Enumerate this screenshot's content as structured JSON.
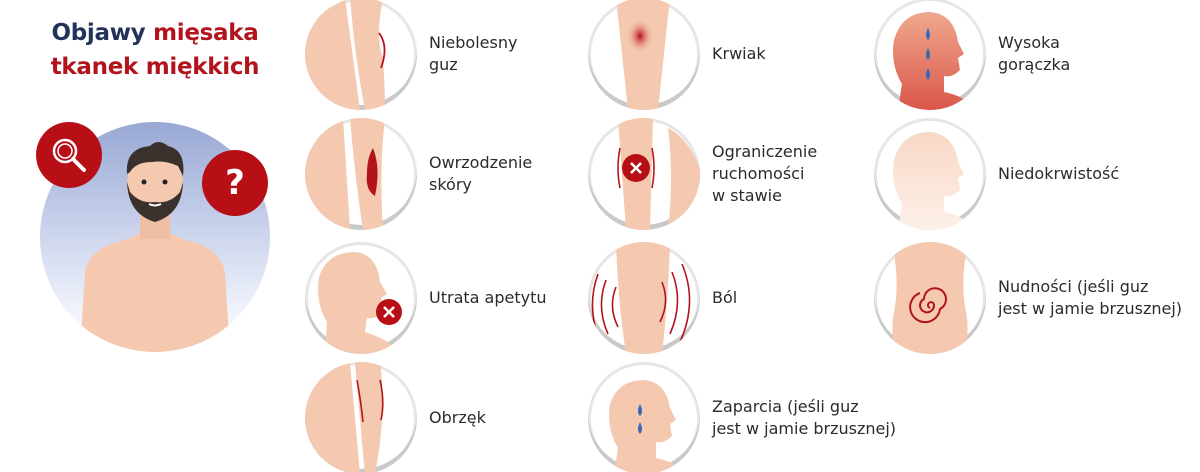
{
  "title": {
    "part1": "Objawy",
    "part2": "mięsaka",
    "line2": "tkanek miękkich"
  },
  "hero": {
    "search_badge_icon": "magnifier-icon",
    "question_badge_text": "?"
  },
  "colors": {
    "navy": "#23325a",
    "red": "#b3141c",
    "skin": "#f4c9b0",
    "drop": "#3d68b5"
  },
  "symptoms": [
    {
      "label": "Niebolesny\nguz",
      "icon": "leg-lump-icon"
    },
    {
      "label": "Owrzodzenie\nskóry",
      "icon": "skin-ulcer-icon"
    },
    {
      "label": "Utrata apetytu",
      "icon": "head-no-eat-icon"
    },
    {
      "label": "Obrzęk",
      "icon": "arm-swelling-icon"
    },
    {
      "label": "Krwiak",
      "icon": "bruise-icon"
    },
    {
      "label": "Ograniczenie\nruchomości\nw stawie",
      "icon": "joint-restricted-icon"
    },
    {
      "label": "Ból",
      "icon": "pain-waves-icon"
    },
    {
      "label": "Zaparcia (jeśli guz\njest w jamie brzusznej)",
      "icon": "head-drops-icon"
    },
    {
      "label": "Wysoka\ngorączka",
      "icon": "fever-head-icon"
    },
    {
      "label": "Niedokrwistość",
      "icon": "pale-head-icon"
    },
    {
      "label": "Nudności (jeśli guz\njest w jamie brzusznej)",
      "icon": "stomach-spiral-icon"
    }
  ]
}
